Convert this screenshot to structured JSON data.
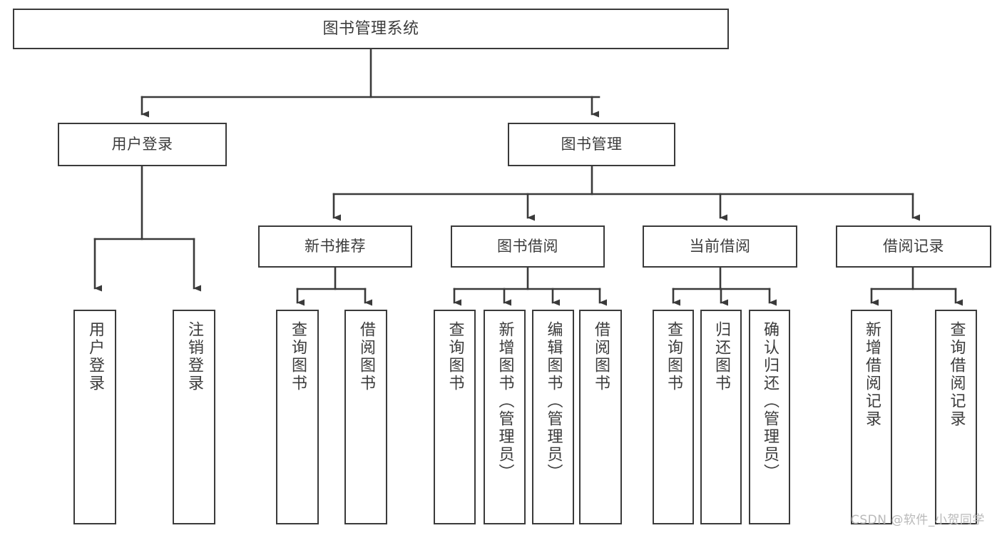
{
  "diagram": {
    "type": "tree-hierarchy",
    "title": "图书管理系统",
    "watermark": "CSDN @软件_小贺同学",
    "colors": {
      "box_border": "#3a3a3a",
      "box_fill": "#ffffff",
      "text": "#3c3c3c",
      "connector": "#3a3a3a",
      "watermark": "#b9b9b9",
      "background": "#ffffff"
    },
    "root": {
      "label": "图书管理系统"
    },
    "level2": [
      {
        "label": "用户登录"
      },
      {
        "label": "图书管理"
      }
    ],
    "level3": [
      {
        "label": "新书推荐"
      },
      {
        "label": "图书借阅"
      },
      {
        "label": "当前借阅"
      },
      {
        "label": "借阅记录"
      }
    ],
    "leaves": {
      "user_login": [
        {
          "label": "用户登录"
        },
        {
          "label": "注销登录"
        }
      ],
      "new_book_recommend": [
        {
          "label": "查询图书"
        },
        {
          "label": "借阅图书"
        }
      ],
      "book_borrow": [
        {
          "label": "查询图书"
        },
        {
          "label": "新增图书（管理员）"
        },
        {
          "label": "编辑图书（管理员）"
        },
        {
          "label": "借阅图书"
        }
      ],
      "current_borrow": [
        {
          "label": "查询图书"
        },
        {
          "label": "归还图书"
        },
        {
          "label": "确认归还（管理员）"
        }
      ],
      "borrow_records": [
        {
          "label": "新增借阅记录"
        },
        {
          "label": "查询借阅记录"
        }
      ]
    }
  }
}
